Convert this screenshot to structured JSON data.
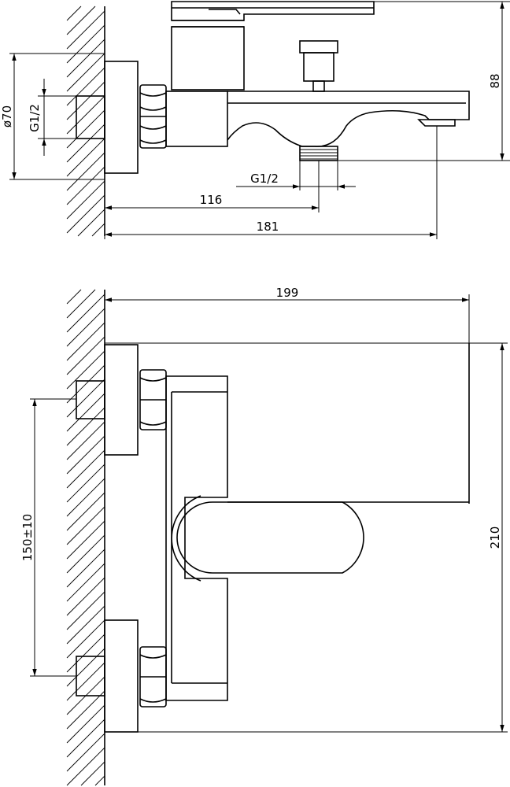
{
  "side_view": {
    "flange_diameter": "ø70",
    "inlet_thread": "G1/2",
    "outlet_thread": "G1/2",
    "height_dim": "88",
    "shower_outlet_dim": "116",
    "spout_length_dim": "181"
  },
  "top_view": {
    "overall_width_dim": "199",
    "overall_depth_dim": "210",
    "center_distance_dim": "150±10"
  },
  "colors": {
    "line": "#000000",
    "background": "#ffffff"
  }
}
